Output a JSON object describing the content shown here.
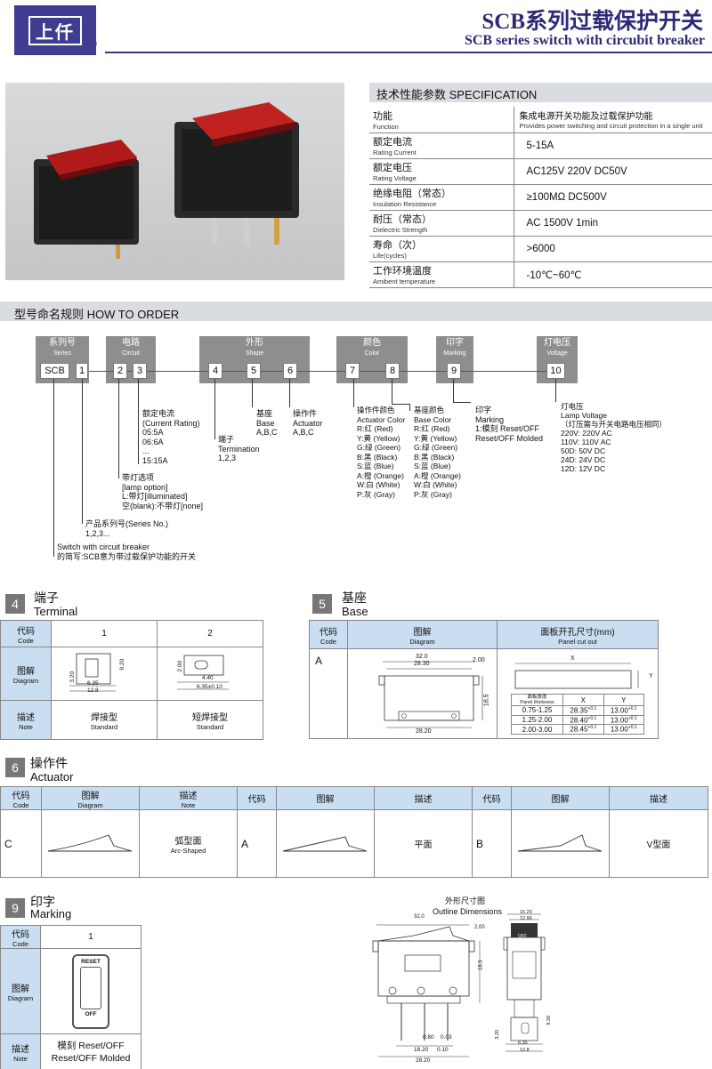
{
  "header": {
    "title_cn": "SCB系列过载保护开关",
    "title_en": "SCB series  switch with circubit breaker",
    "logo_text": "上仟",
    "registered": "®"
  },
  "spec": {
    "heading": "技术性能参数 SPECIFICATION",
    "rows": [
      {
        "cn": "功能",
        "en": "Function",
        "value": "集成电源开关功能及过载保护功能",
        "value_sub": "Provides power switching and circuit protection in a single unit"
      },
      {
        "cn": "额定电流",
        "en": "Rating Current",
        "value": "5-15A"
      },
      {
        "cn": "额定电压",
        "en": "Rating Voltage",
        "value": "AC125V 220V DC50V"
      },
      {
        "cn": "绝缘电阻（常态）",
        "en": "Insulation Resistance",
        "value": "≥100MΩ   DC500V"
      },
      {
        "cn": "耐压（常态）",
        "en": "Dielectric Strength",
        "value": "AC 1500V  1min"
      },
      {
        "cn": "寿命（次）",
        "en": "Life(cycles)",
        "value": ">6000"
      },
      {
        "cn": "工作环境温度",
        "en": "Amibent temperature",
        "value": "-10℃~60℃"
      }
    ]
  },
  "order": {
    "heading": "型号命名规则  HOW TO ORDER",
    "groups": {
      "series_cn": "系列号",
      "series_en": "Series",
      "circuit_cn": "电路",
      "circuit_en": "Circuit",
      "shape_cn": "外形",
      "shape_en": "Shape",
      "color_cn": "颜色",
      "color_en": "Color",
      "marking_cn": "印字",
      "marking_en": "Marking",
      "voltage_cn": "灯电压",
      "voltage_en": "Voltage"
    },
    "codes": [
      "SCB",
      "1",
      "2",
      "3",
      "4",
      "5",
      "6",
      "7",
      "8",
      "9",
      "10"
    ],
    "current": [
      "额定电流",
      "(Current Rating)",
      "05:5A",
      "06:6A",
      "...",
      "15:15A"
    ],
    "termination": [
      "端子",
      "Termination",
      "1,2,3"
    ],
    "base": [
      "基座",
      "Base",
      "A,B,C"
    ],
    "actuator": [
      "操作件",
      "Actuator",
      "A,B,C"
    ],
    "lamp": [
      "带灯选项",
      "[lamp option]",
      "L:带灯[illuminated]",
      "空(blank):不带灯[none]"
    ],
    "series_no": [
      "产品系列号(Series No.)",
      "1,2,3..."
    ],
    "switch": [
      "Switch with circuit breaker",
      "的简写:SCB意为带过载保护功能的开关"
    ],
    "actuator_color": [
      "操作件颜色",
      "Actuator Color",
      "R:红  (Red)",
      "Y:黄  (Yellow)",
      "G:绿  (Green)",
      "B:黑  (Black)",
      "S:蓝  (Blue)",
      "A:橙  (Orange)",
      "W:白  (White)",
      "P:灰  (Gray)"
    ],
    "base_color": [
      "基座颜色",
      "Base Color",
      "R:红  (Red)",
      "Y:黄  (Yellow)",
      "G:绿  (Green)",
      "B:黑  (Black)",
      "S:蓝  (Blue)",
      "A:橙  (Orange)",
      "W:白  (White)",
      "P:灰  (Gray)"
    ],
    "marking": [
      "印字",
      "Marking",
      "1:模刻 Reset/OFF",
      "Reset/OFF Molded"
    ],
    "lamp_voltage": [
      "灯电压",
      "Lamp Voltage",
      "（灯压需与开关电路电压相同）",
      "220V:  220V AC",
      "110V:  110V AC",
      "50D:   50V DC",
      "24D:   24V DC",
      "12D:   12V DC"
    ]
  },
  "terminal": {
    "num": "4",
    "cn": "端子",
    "en": "Terminal",
    "code_cn": "代码",
    "code_en": "Code",
    "diag_cn": "图解",
    "diag_en": "Diagram",
    "note_cn": "描述",
    "note_en": "Note",
    "cols": [
      "1",
      "2"
    ],
    "notes": [
      [
        "焊接型",
        "Standard"
      ],
      [
        "短焊接型",
        "Standard"
      ]
    ],
    "dims1": [
      "3.20",
      "6.35",
      "12.8",
      "9.20"
    ],
    "dims2": [
      "2.00",
      "4.40",
      "6.35±0.10"
    ]
  },
  "base": {
    "num": "5",
    "cn": "基座",
    "en": "Base",
    "code_cn": "代码",
    "code_en": "Code",
    "diag_cn": "图解",
    "diag_en": "Diagram",
    "cut_cn": "面板开孔尺寸(mm)",
    "cut_en": "Panel cut out",
    "code": "A",
    "dims": [
      "32.0",
      "28.30",
      "2.00",
      "18.5",
      "28.20"
    ],
    "cut_head": [
      "面板厚度",
      "Panel thickness",
      "X",
      "Y"
    ],
    "cut_rows": [
      [
        "0.75-1.25",
        "28.35",
        "13.00"
      ],
      [
        "1.25-2.00",
        "28.40",
        "13.00"
      ],
      [
        "2.00-3.00",
        "28.45",
        "13.00"
      ]
    ],
    "tol": [
      "+0.1",
      "-0"
    ],
    "axis": [
      "X",
      "Y"
    ]
  },
  "actuator": {
    "num": "6",
    "cn": "操作件",
    "en": "Actuator",
    "code_cn": "代码",
    "code_en": "Code",
    "diag_cn": "图解",
    "diag_en": "Diagram",
    "note_cn": "描述",
    "note_en": "Note",
    "items": [
      {
        "code": "C",
        "desc": "弧型面",
        "desc_en": "Arc-Shaped"
      },
      {
        "code": "A",
        "desc": "平面",
        "desc_en": ""
      },
      {
        "code": "B",
        "desc": "V型面",
        "desc_en": ""
      }
    ]
  },
  "marking_sec": {
    "num": "9",
    "cn": "印字",
    "en": "Marking",
    "code_cn": "代码",
    "code_en": "Code",
    "diag_cn": "图解",
    "diag_en": "Diagram",
    "note_cn": "描述",
    "note_en": "Note",
    "col": "1",
    "reset": "RESET",
    "off": "OFF",
    "note1": "模刻 Reset/OFF",
    "note2": "Reset/OFF Molded"
  },
  "outline": {
    "cn": "外形尺寸图",
    "en": "Outline Dimensions",
    "dims": [
      "32.0",
      "2.00",
      "18.5",
      "0.80",
      "0.03",
      "18.20",
      "0.10",
      "28.20",
      "15.20",
      "12.96",
      "9.20",
      "3.20",
      "6.35",
      "12.8"
    ],
    "off": "OFF"
  }
}
